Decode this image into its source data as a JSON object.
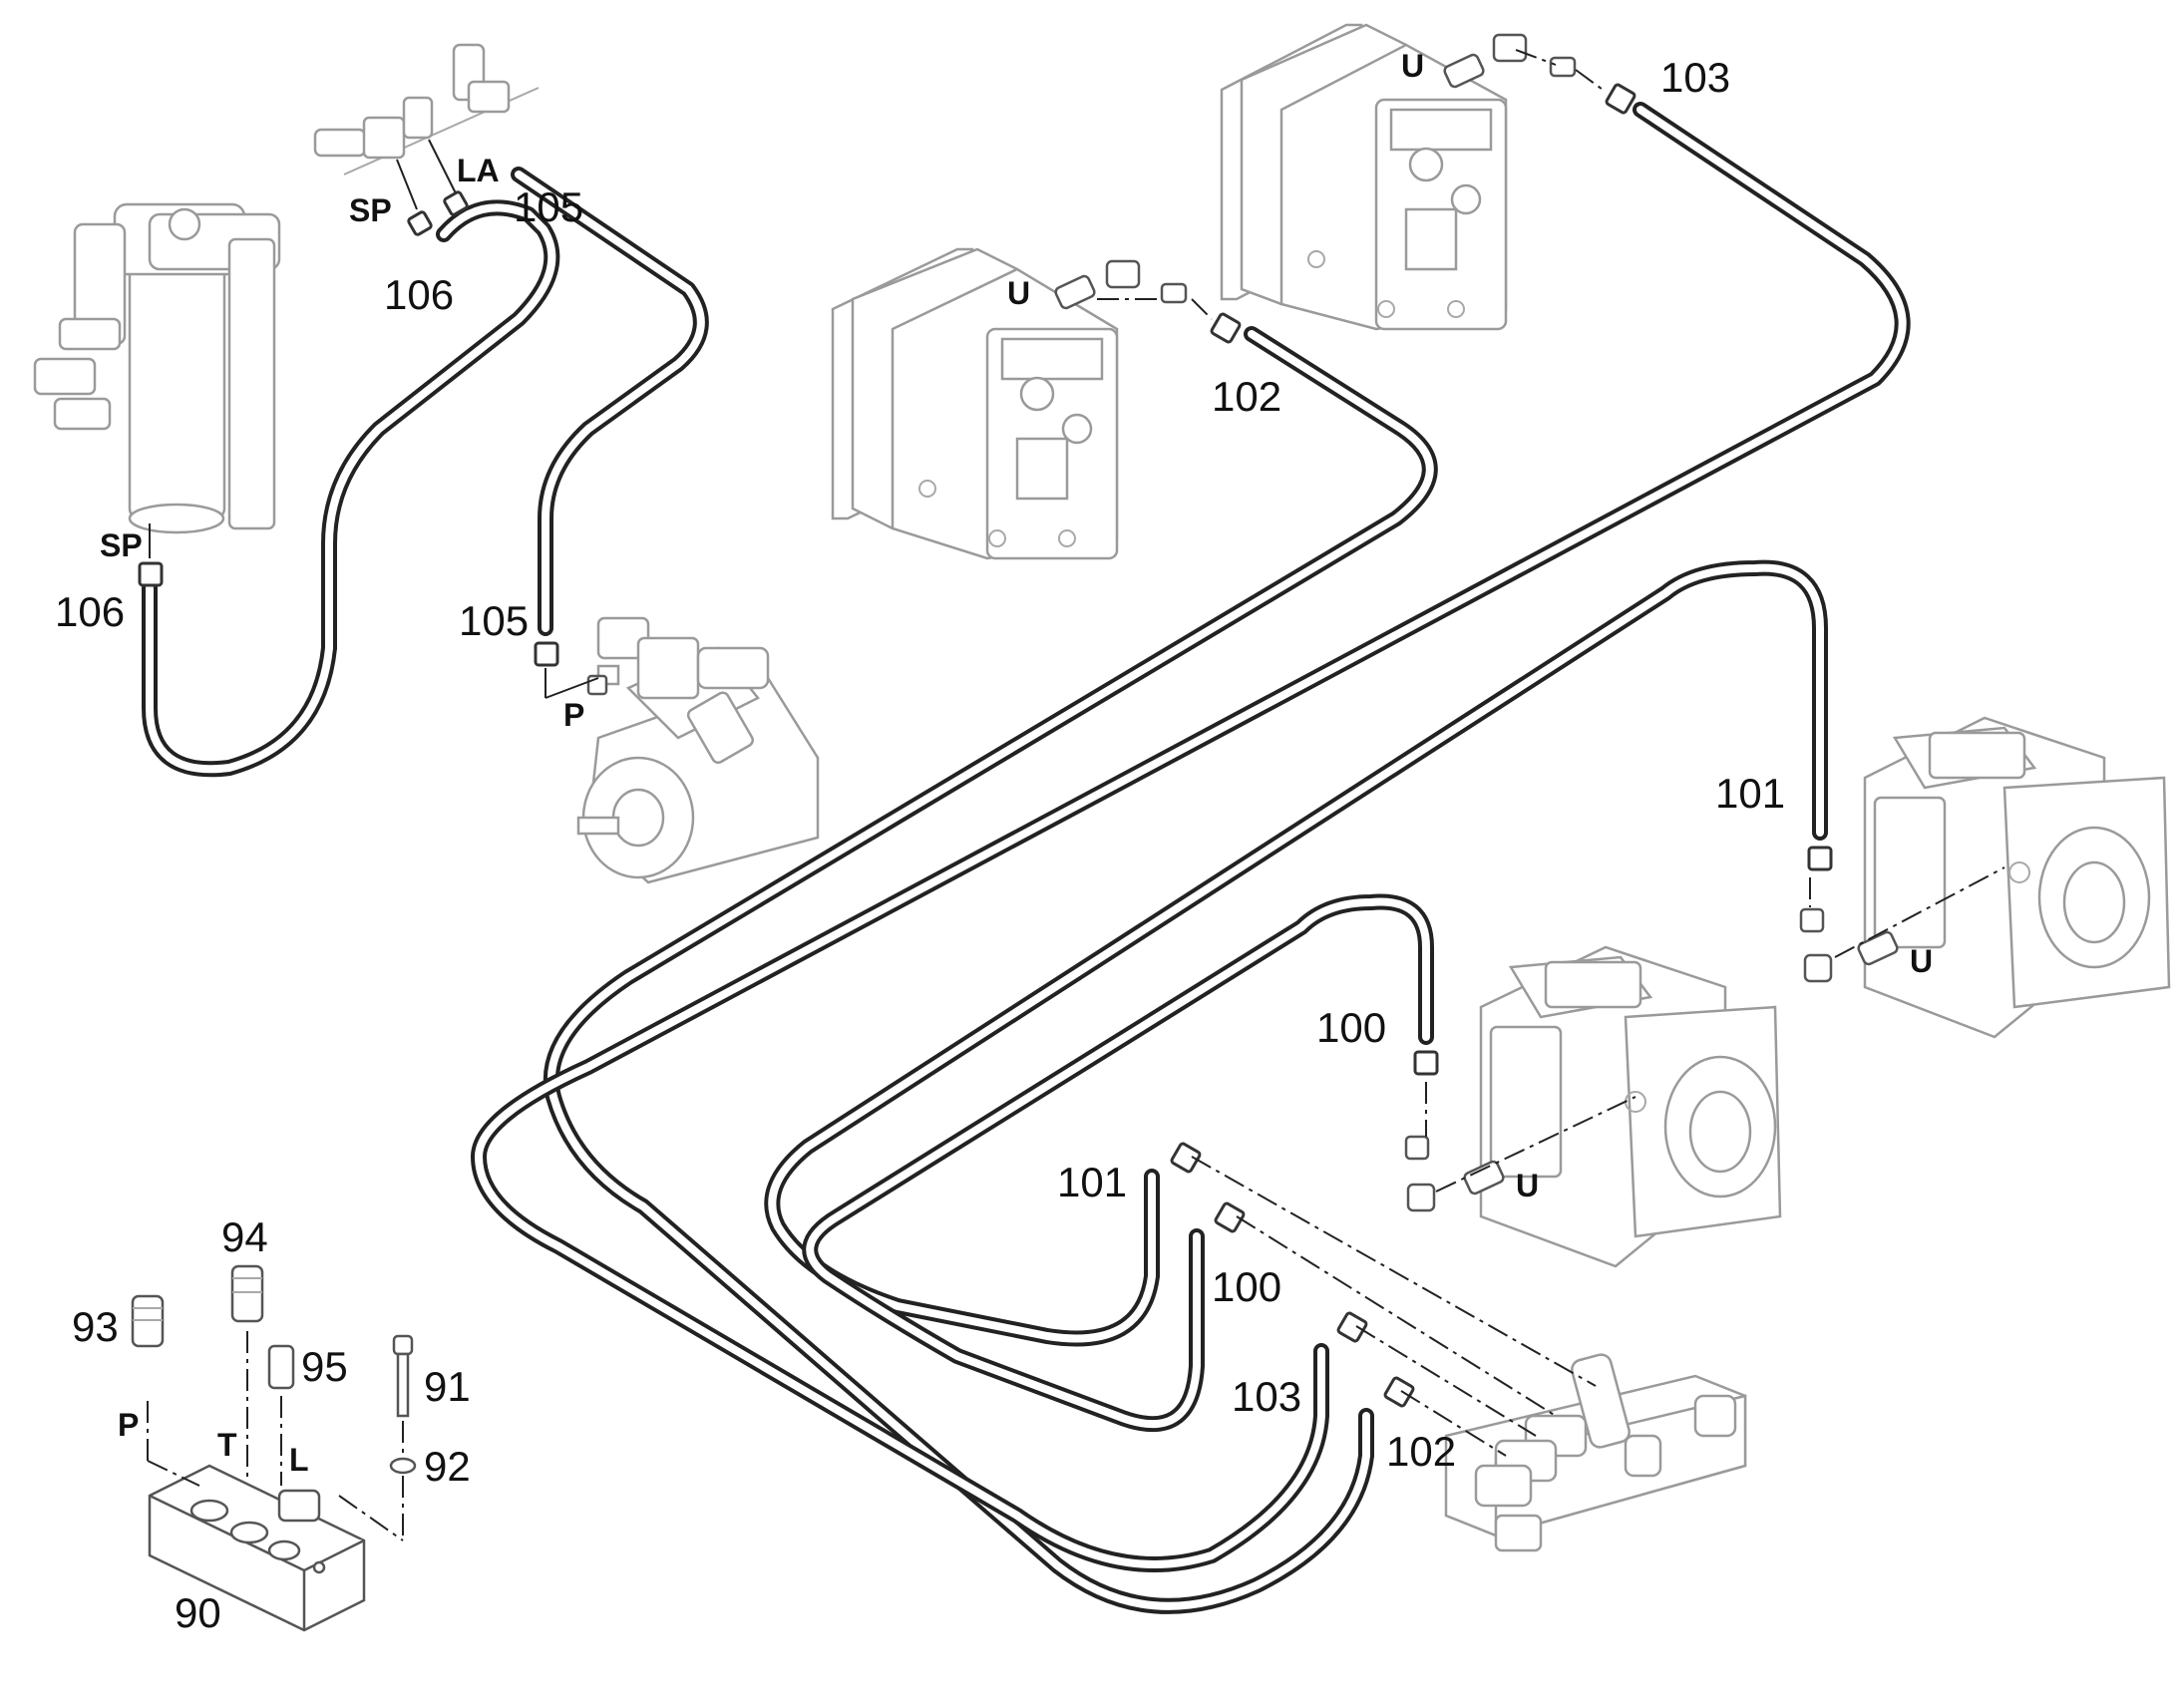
{
  "labels": {
    "p90": "90",
    "p91": "91",
    "p92": "92",
    "p93": "93",
    "p94": "94",
    "p95": "95",
    "p100_upper": "100",
    "p100_lower": "100",
    "p101_upper": "101",
    "p101_lower": "101",
    "p102_upper": "102",
    "p102_lower": "102",
    "p103_upper": "103",
    "p103_lower": "103",
    "p105_upper": "105",
    "p105_lower": "105",
    "p106_upper": "106",
    "p106_lower": "106"
  },
  "ports": {
    "sp_top": "SP",
    "la_top": "LA",
    "sp_filter": "SP",
    "p_pump": "P",
    "u_motor1": "U",
    "u_motor2": "U",
    "u_motor3": "U",
    "u_motor4": "U",
    "p_block": "P",
    "t_block": "T",
    "l_block": "L"
  },
  "colors": {
    "line": "#222222",
    "component": "#9a9a9a",
    "background": "#ffffff"
  }
}
